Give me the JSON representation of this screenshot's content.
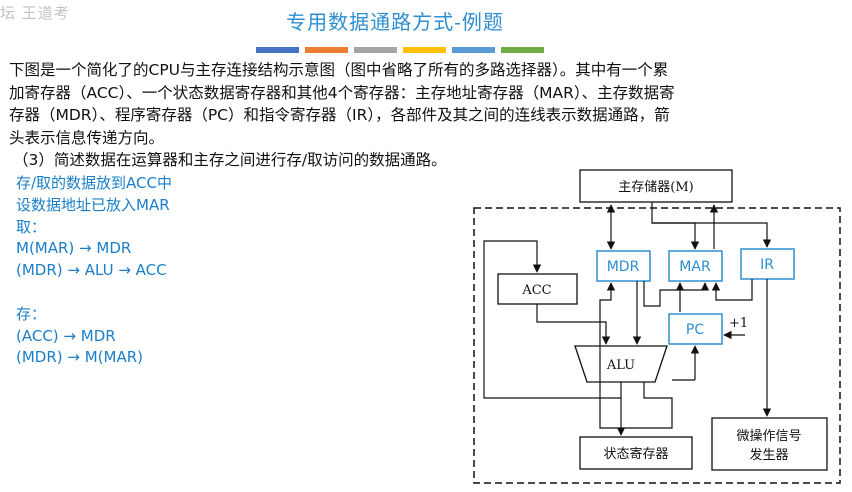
{
  "watermark": "坛 王道考",
  "title": "专用数据通路方式-例题",
  "color_bar": [
    "#4472c4",
    "#ed7d31",
    "#a5a5a5",
    "#ffc000",
    "#5b9bd5",
    "#70ad47"
  ],
  "intro": [
    "下图是一个简化了的CPU与主存连接结构示意图（图中省略了所有的多路选择器）。其中有一个累",
    "加寄存器（ACC）、一个状态数据寄存器和其他4个寄存器：主存地址寄存器（MAR）、主存数据寄",
    "存器（MDR）、程序寄存器（PC）和指令寄存器（IR），各部件及其之间的连线表示数据通路，箭",
    "头表示信息传递方向。"
  ],
  "question": "（3）简述数据在运算器和主存之间进行存/取访问的数据通路。",
  "answer": {
    "line1": "存/取的数据放到ACC中",
    "line2": "设数据地址已放入MAR",
    "fetch_heading": "取：",
    "fetch_step1": "M(MAR) → MDR",
    "fetch_step2": "(MDR) → ALU → ACC",
    "store_heading": "存：",
    "store_step1": "(ACC) → MDR",
    "store_step2": "(MDR) → M(MAR)"
  },
  "diagram": {
    "memory": "主存储器(M)",
    "mdr": "MDR",
    "mar": "MAR",
    "ir": "IR",
    "acc": "ACC",
    "pc": "PC",
    "plus_one": "+1",
    "alu": "ALU",
    "status_register": "状态寄存器",
    "micro_op_line1": "微操作信号",
    "micro_op_line2": "发生器"
  }
}
